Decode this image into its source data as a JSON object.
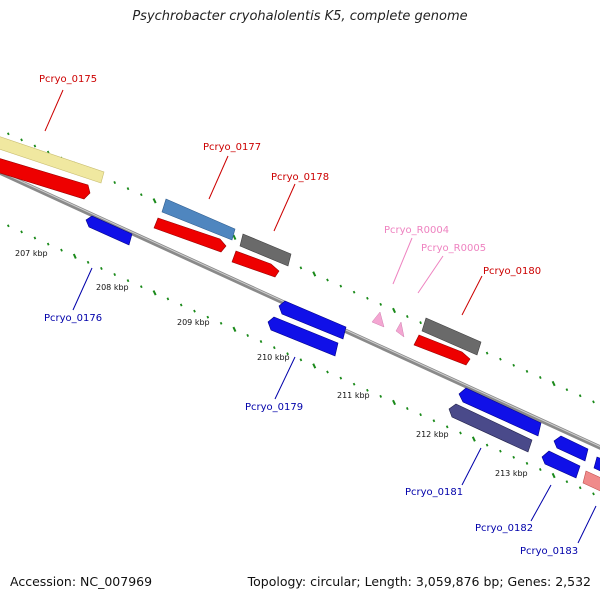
{
  "title": "Psychrobacter cryohalolentis K5, complete genome",
  "footer": {
    "accession": "Accession: NC_007969",
    "summary": "Topology: circular; Length: 3,059,876 bp; Genes: 2,532"
  },
  "kbp_labels": [
    "207 kbp",
    "208 kbp",
    "209 kbp",
    "210 kbp",
    "211 kbp",
    "212 kbp",
    "213 kbp"
  ],
  "genes": [
    {
      "name": "Pcryo_0175",
      "strand": "+",
      "color": "#f0e8a0",
      "label_color": "#cc0000"
    },
    {
      "name": "Pcryo_0176",
      "strand": "-",
      "color": "#1010e8",
      "label_color": "#0000aa"
    },
    {
      "name": "Pcryo_0177",
      "strand": "+",
      "color": "#4f86bf",
      "label_color": "#cc0000"
    },
    {
      "name": "Pcryo_0178",
      "strand": "+",
      "color": "#6a6a6a",
      "label_color": "#cc0000"
    },
    {
      "name": "Pcryo_0179",
      "strand": "-",
      "color": "#1010e8",
      "label_color": "#0000aa"
    },
    {
      "name": "Pcryo_R0004",
      "strand": "+",
      "color": "#f4a6d2",
      "label_color": "#ee82c0"
    },
    {
      "name": "Pcryo_R0005",
      "strand": "+",
      "color": "#f4a6d2",
      "label_color": "#ee82c0"
    },
    {
      "name": "Pcryo_0180",
      "strand": "+",
      "color": "#6a6a6a",
      "label_color": "#cc0000"
    },
    {
      "name": "Pcryo_0181",
      "strand": "-",
      "color": "#4a4a8a",
      "label_color": "#0000aa"
    },
    {
      "name": "Pcryo_0182",
      "strand": "-",
      "color": "#1010e8",
      "label_color": "#0000aa"
    },
    {
      "name": "Pcryo_0183",
      "strand": "-",
      "color": "#1010e8",
      "label_color": "#0000aa"
    }
  ],
  "colors": {
    "backbone": "#8c8c8c",
    "tick": "#1a8a1a",
    "cds_forward": "#ee0000"
  }
}
